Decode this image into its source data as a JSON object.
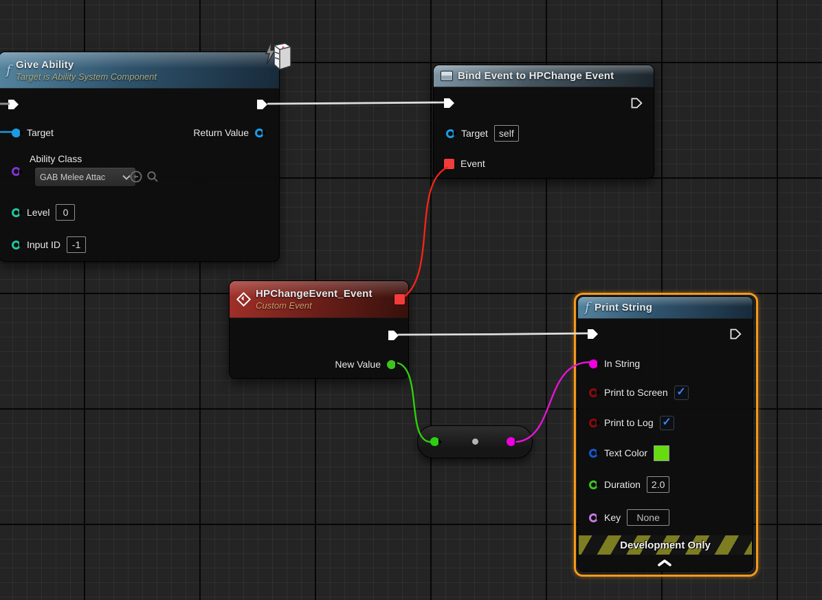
{
  "icons": {
    "function_glyph": "f",
    "checkbox_check": "✓"
  },
  "nodes": {
    "give_ability": {
      "title": "Give Ability",
      "subtitle": "Target is Ability System Component",
      "pin_target": "Target",
      "pin_return": "Return Value",
      "pin_ability_class": "Ability Class",
      "ability_class_value": "GAB Melee Attac",
      "pin_level": "Level",
      "level_value": "0",
      "pin_input_id": "Input ID",
      "input_id_value": "-1"
    },
    "bind_event": {
      "title": "Bind Event to HPChange Event",
      "pin_target": "Target",
      "target_value": "self",
      "pin_event": "Event"
    },
    "custom_event": {
      "title": "HPChangeEvent_Event",
      "subtitle": "Custom Event",
      "pin_new_value": "New Value"
    },
    "print_string": {
      "title": "Print String",
      "pin_in_string": "In String",
      "pin_print_screen": "Print to Screen",
      "pin_print_log": "Print to Log",
      "pin_text_color": "Text Color",
      "pin_duration": "Duration",
      "duration_value": "2.0",
      "pin_key": "Key",
      "key_value": "None",
      "dev_banner": "Development Only"
    }
  },
  "colors": {
    "selection_orange": "#f79b1d",
    "exec_wire": "#e2e2e2",
    "delegate_red": "#f23c3c",
    "object_blue": "#1b9ce4",
    "struct_blue": "#1259cf",
    "class_violet": "#8133d1",
    "int_teal": "#22c79c",
    "float_green": "#3ec41e",
    "bool_darkred": "#8e0909",
    "string_magenta": "#ee00e0",
    "name_lavender": "#c77ae0",
    "text_color_swatch": "#66dc0e",
    "header_blue": "#2f536c",
    "header_red": "#70201a",
    "check_blue": "#3b83f2"
  }
}
